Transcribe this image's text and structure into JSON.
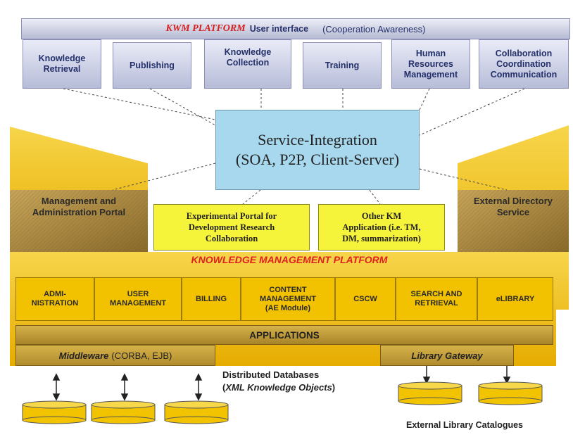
{
  "ui_bar": {
    "platform_name": "KWM PLATFORM",
    "label": "User interface",
    "suffix": "(Cooperation Awareness)"
  },
  "ui_boxes": [
    {
      "label": "Knowledge\nRetrieval"
    },
    {
      "label": "Publishing"
    },
    {
      "label": "Knowledge\nCollection"
    },
    {
      "label": "Training"
    },
    {
      "label": "Human\nResources\nManagement"
    },
    {
      "label": "Collaboration\nCoordination\nCommunication"
    }
  ],
  "service_integration": {
    "line1": "Service-Integration",
    "line2": "(SOA, P2P, Client-Server)"
  },
  "portals": {
    "left": "Management and\nAdministration Portal",
    "right": "External Directory\nService"
  },
  "yellow_boxes": {
    "experimental": "Experimental Portal for\nDevelopment Research\nCollaboration",
    "other_km": "Other KM\nApplication (i.e. TM,\nDM, summarization)"
  },
  "platform_title": "KNOWLEDGE MANAGEMENT PLATFORM",
  "modules": [
    {
      "label": "ADMI-\nNISTRATION"
    },
    {
      "label": "USER\nMANAGEMENT"
    },
    {
      "label": "BILLING"
    },
    {
      "label": "CONTENT\nMANAGEMENT\n(AE Module)"
    },
    {
      "label": "CSCW"
    },
    {
      "label": "SEARCH AND\nRETRIEVAL"
    },
    {
      "label": "eLIBRARY"
    }
  ],
  "applications_label": "APPLICATIONS",
  "middleware": {
    "name": "Middleware",
    "detail": "(CORBA, EJB)"
  },
  "library_gateway": "Library Gateway",
  "distributed_db": {
    "line1": "Distributed Databases",
    "line2_prefix": "(",
    "line2_italic": "XML Knowledge Objects",
    "line2_suffix": ")"
  },
  "external_catalogues": "External Library Catalogues",
  "colors": {
    "platform_red": "#e02020",
    "service_blue": "#a8d8ee",
    "gold": "#f2c100",
    "ui_blue": "#24306a"
  }
}
